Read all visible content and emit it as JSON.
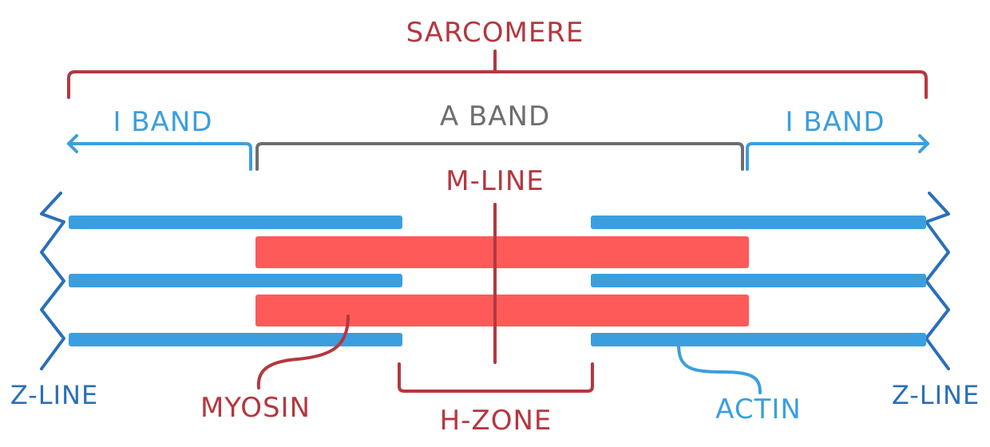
{
  "labels": {
    "sarcomere": "SARCOMERE",
    "i_band_left": "I BAND",
    "a_band": "A BAND",
    "i_band_right": "I BAND",
    "m_line": "M-LINE",
    "z_line_left": "Z-LINE",
    "z_line_right": "Z-LINE",
    "myosin": "MYOSIN",
    "h_zone": "H-ZONE",
    "actin": "ACTIN"
  },
  "colors": {
    "sarcomere": "#b5373f",
    "i_band": "#3b9fdf",
    "a_band": "#6e6e6e",
    "actin": "#3b9fdf",
    "myosin": "#ff5a5a",
    "m_line": "#b5373f",
    "h_zone": "#b5373f",
    "z_line": "#2a6fba"
  }
}
